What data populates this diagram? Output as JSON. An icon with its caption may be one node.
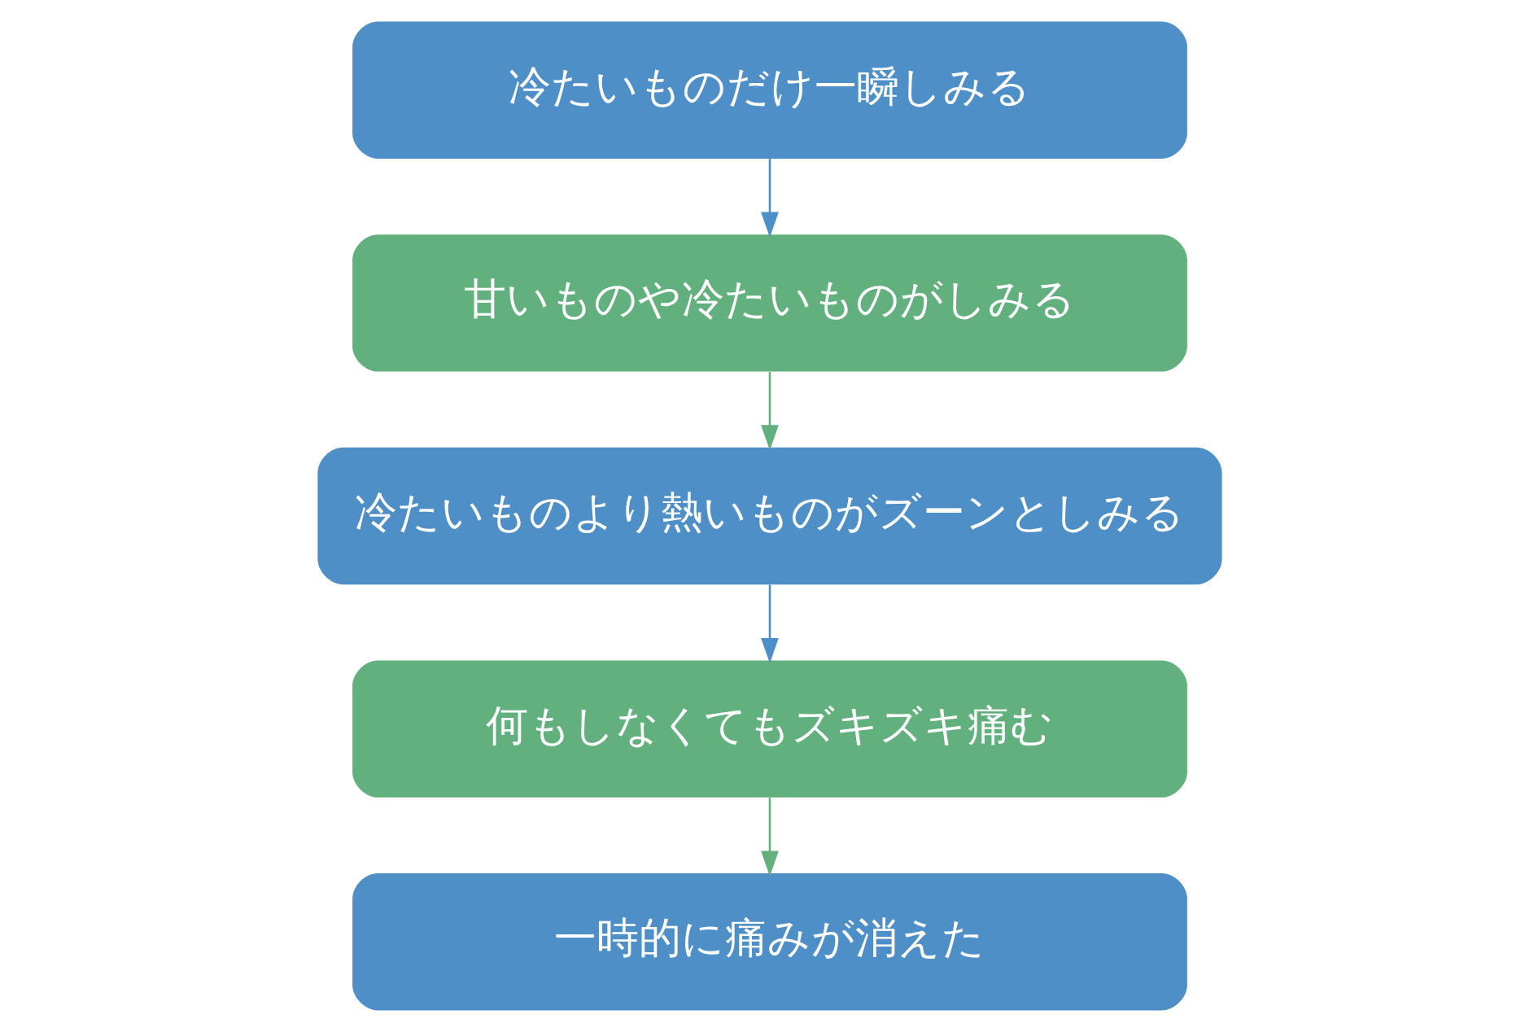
{
  "diagram": {
    "nodes": [
      {
        "text": [
          "冷たいものだけ一瞬しみる"
        ]
      },
      {
        "text": [
          "甘いものや冷たいものがしみる"
        ]
      },
      {
        "text": [
          "冷たいものより熱いものがズーンとしみる"
        ]
      },
      {
        "text": [
          "何もしなくてもズキズキ痛む"
        ]
      },
      {
        "text": [
          "一時的に痛みが消えた"
        ]
      }
    ],
    "edges": [
      {
        "from": 0,
        "to": 1,
        "arrow": "to"
      },
      {
        "from": 1,
        "to": 2,
        "arrow": "to",
        "color": "#63b07f"
      },
      {
        "from": 2,
        "to": 3,
        "arrow": "to"
      },
      {
        "from": 3,
        "to": 4,
        "arrow": "to",
        "color": "#63b07f"
      }
    ]
  }
}
